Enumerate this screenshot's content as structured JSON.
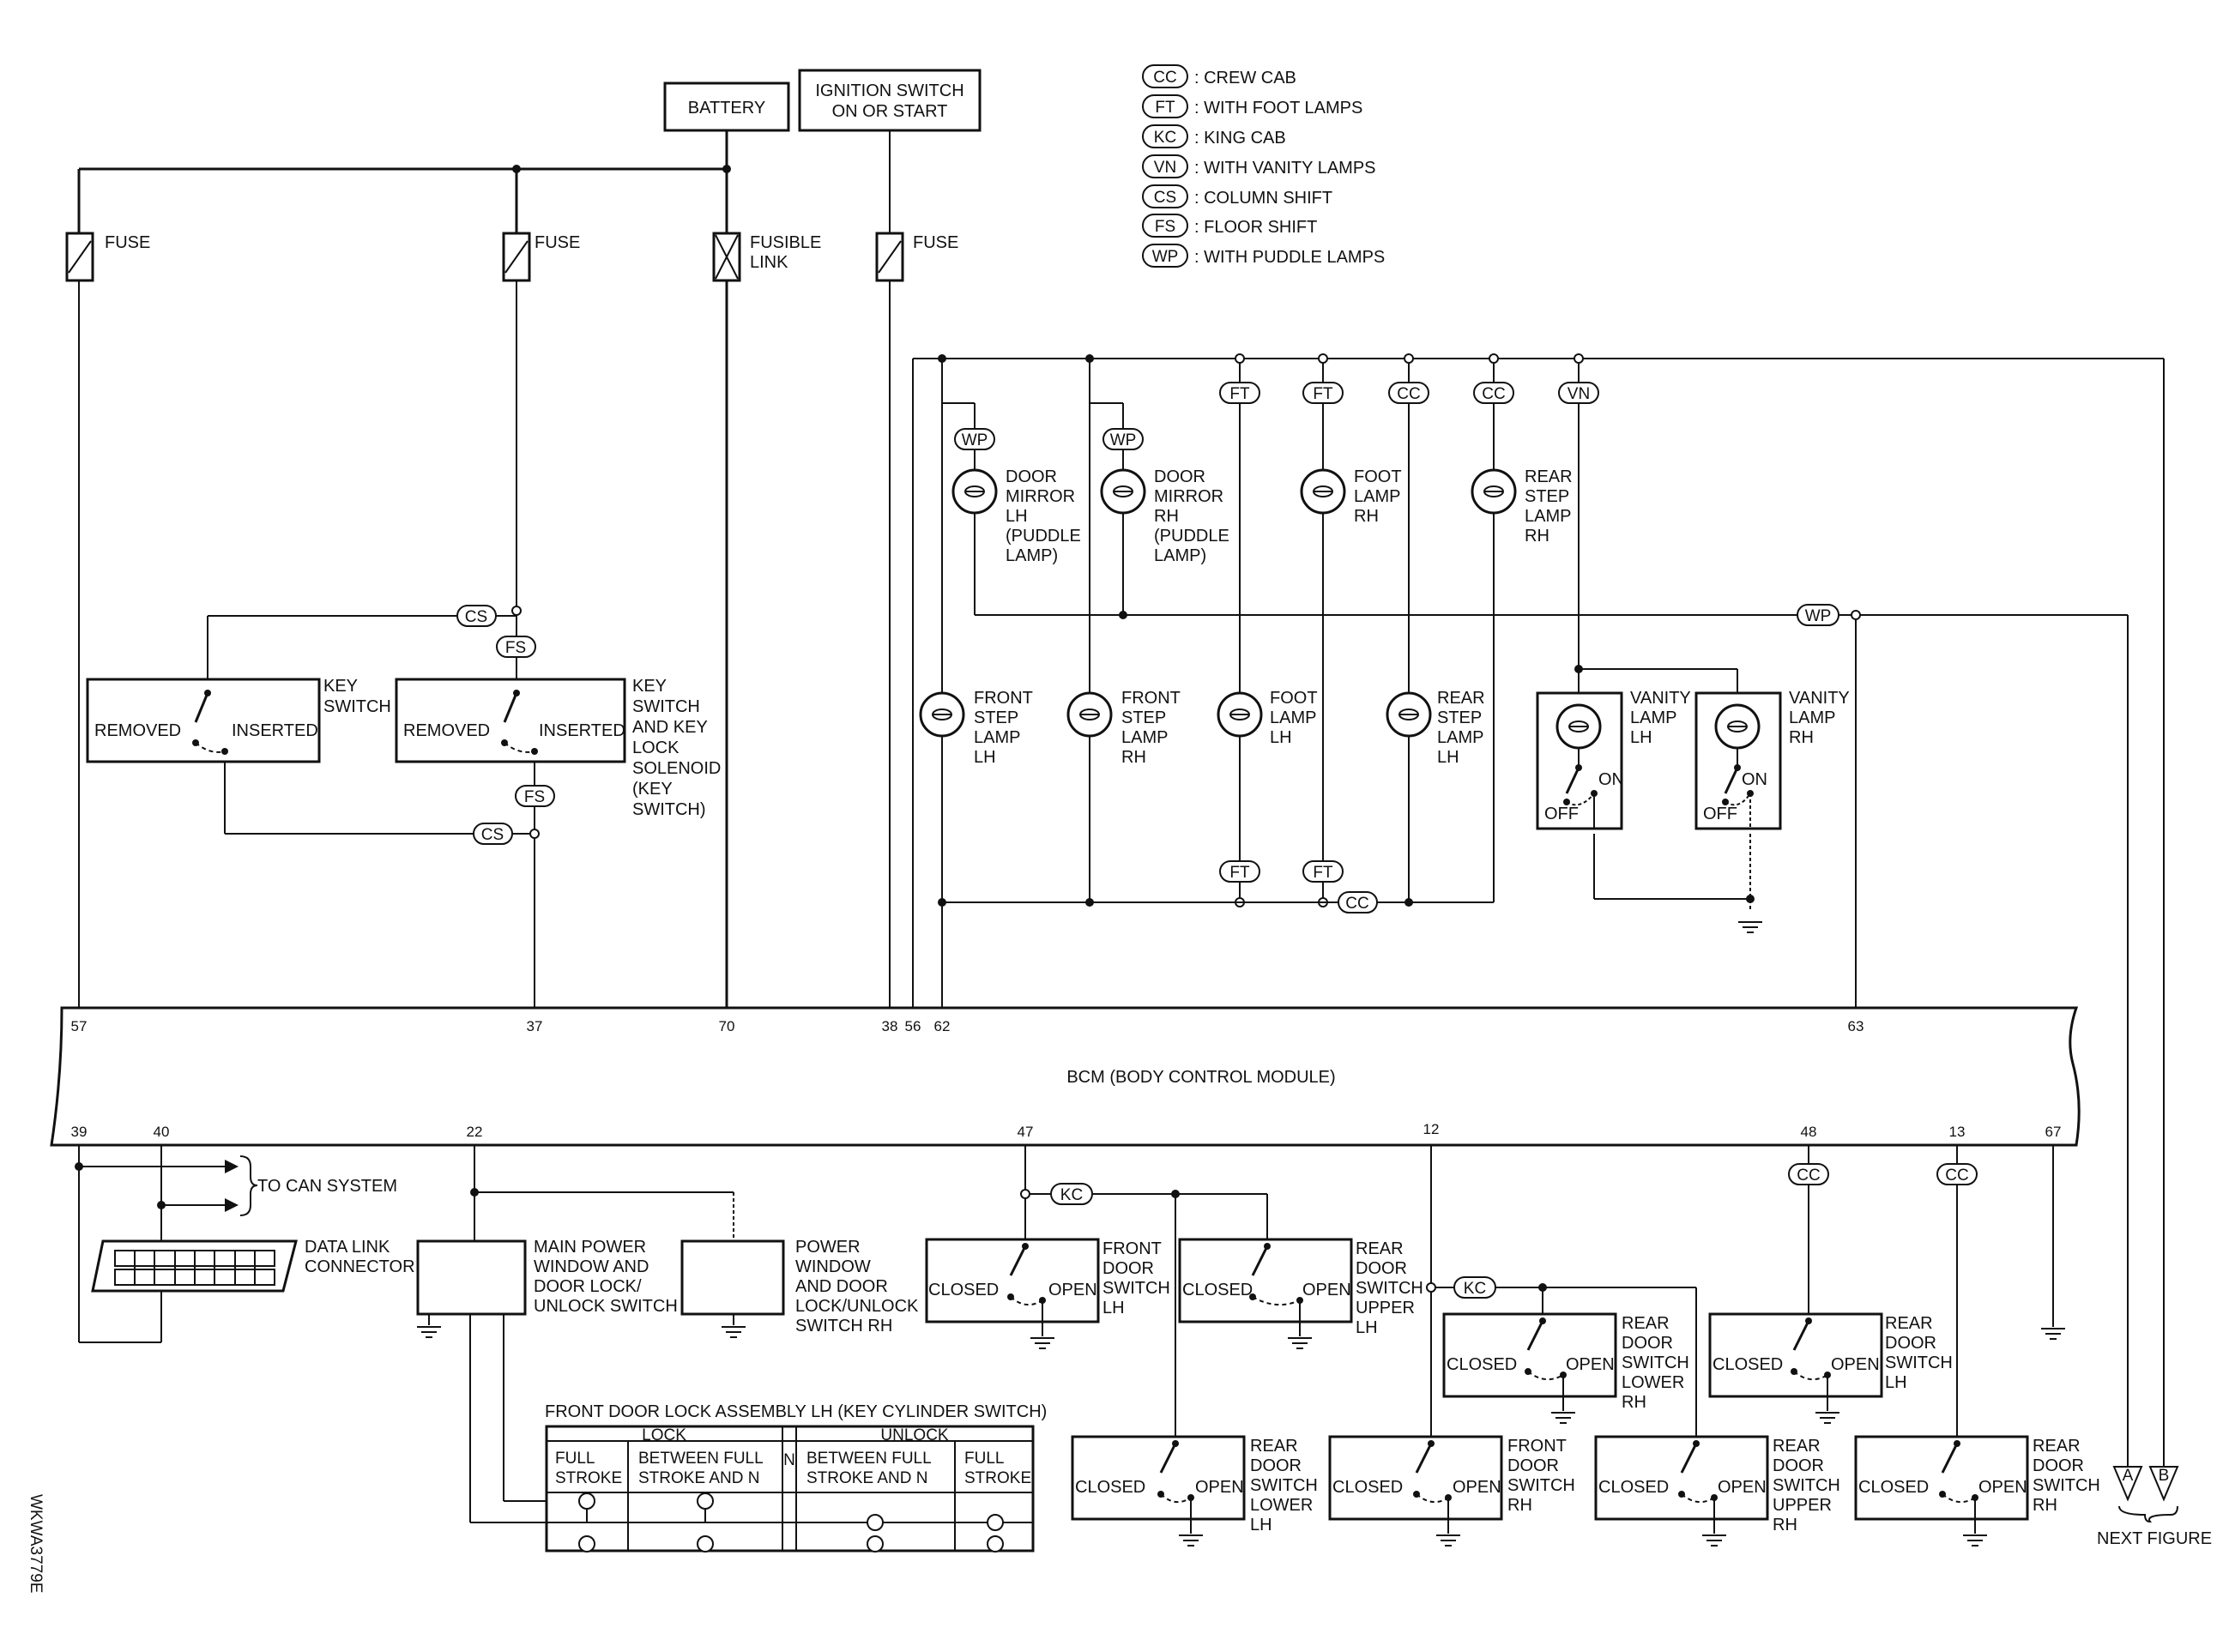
{
  "legend": [
    {
      "code": "CC",
      "text": ": CREW CAB"
    },
    {
      "code": "FT",
      "text": ": WITH FOOT LAMPS"
    },
    {
      "code": "KC",
      "text": ": KING CAB"
    },
    {
      "code": "VN",
      "text": ": WITH VANITY LAMPS"
    },
    {
      "code": "CS",
      "text": ": COLUMN SHIFT"
    },
    {
      "code": "FS",
      "text": ": FLOOR SHIFT"
    },
    {
      "code": "WP",
      "text": ": WITH PUDDLE LAMPS"
    }
  ],
  "power": {
    "battery": "BATTERY",
    "ign1": "IGNITION SWITCH",
    "ign2": "ON OR START",
    "fuse": "FUSE",
    "fusible1": "FUSIBLE",
    "fusible2": "LINK"
  },
  "tags": {
    "cc": "CC",
    "ft": "FT",
    "kc": "KC",
    "vn": "VN",
    "cs": "CS",
    "fs": "FS",
    "wp": "WP"
  },
  "sw": {
    "removed": "REMOVED",
    "inserted": "INSERTED",
    "closed": "CLOSED",
    "open": "OPEN",
    "on": "ON",
    "off": "OFF"
  },
  "key_switch": [
    "KEY",
    "SWITCH"
  ],
  "key_solenoid": [
    "KEY",
    "SWITCH",
    "AND KEY",
    "LOCK",
    "SOLENOID",
    "(KEY",
    "SWITCH)"
  ],
  "lamps": {
    "mirror_lh": [
      "DOOR",
      "MIRROR",
      "LH",
      "(PUDDLE",
      "LAMP)"
    ],
    "mirror_rh": [
      "DOOR",
      "MIRROR",
      "RH",
      "(PUDDLE",
      "LAMP)"
    ],
    "foot_rh": [
      "FOOT",
      "LAMP",
      "RH"
    ],
    "rear_step_rh": [
      "REAR",
      "STEP",
      "LAMP",
      "RH"
    ],
    "front_step_lh": [
      "FRONT",
      "STEP",
      "LAMP",
      "LH"
    ],
    "front_step_rh": [
      "FRONT",
      "STEP",
      "LAMP",
      "RH"
    ],
    "foot_lh": [
      "FOOT",
      "LAMP",
      "LH"
    ],
    "rear_step_lh": [
      "REAR",
      "STEP",
      "LAMP",
      "LH"
    ],
    "vanity_lh": [
      "VANITY",
      "LAMP",
      "LH"
    ],
    "vanity_rh": [
      "VANITY",
      "LAMP",
      "RH"
    ]
  },
  "bcm": {
    "title": "BCM (BODY CONTROL MODULE)",
    "top_pins": [
      "57",
      "37",
      "70",
      "38",
      "56",
      "62",
      "63"
    ],
    "bottom_pins": [
      "39",
      "40",
      "22",
      "47",
      "12",
      "48",
      "13",
      "67"
    ]
  },
  "can": "TO CAN SYSTEM",
  "dlc": [
    "DATA LINK",
    "CONNECTOR"
  ],
  "main_pw": [
    "MAIN POWER",
    "WINDOW AND",
    "DOOR LOCK/",
    "UNLOCK SWITCH"
  ],
  "pw_rh": [
    "POWER",
    "WINDOW",
    "AND DOOR",
    "LOCK/UNLOCK",
    "SWITCH RH"
  ],
  "door_switches": {
    "front_lh": [
      "FRONT",
      "DOOR",
      "SWITCH",
      "LH"
    ],
    "rear_upper_lh": [
      "REAR",
      "DOOR",
      "SWITCH",
      "UPPER",
      "LH"
    ],
    "rear_lower_rh": [
      "REAR",
      "DOOR",
      "SWITCH",
      "LOWER",
      "RH"
    ],
    "rear_lh": [
      "REAR",
      "DOOR",
      "SWITCH",
      "LH"
    ],
    "rear_lower_lh": [
      "REAR",
      "DOOR",
      "SWITCH",
      "LOWER",
      "LH"
    ],
    "front_rh": [
      "FRONT",
      "DOOR",
      "SWITCH",
      "RH"
    ],
    "rear_upper_rh": [
      "REAR",
      "DOOR",
      "SWITCH",
      "UPPER",
      "RH"
    ],
    "rear_rh": [
      "REAR",
      "DOOR",
      "SWITCH",
      "RH"
    ]
  },
  "lock_table": {
    "title": "FRONT DOOR LOCK ASSEMBLY LH (KEY CYLINDER SWITCH)",
    "lock": "LOCK",
    "unlock": "UNLOCK",
    "n": "N",
    "c1": [
      "FULL",
      "STROKE"
    ],
    "c2": [
      "BETWEEN FULL",
      "STROKE AND N"
    ],
    "c3": [
      "BETWEEN FULL",
      "STROKE AND N"
    ],
    "c4": [
      "FULL",
      "STROKE"
    ]
  },
  "connectors": {
    "a": "A",
    "b": "B"
  },
  "next_figure": "NEXT FIGURE",
  "code": "WKWA3779E"
}
